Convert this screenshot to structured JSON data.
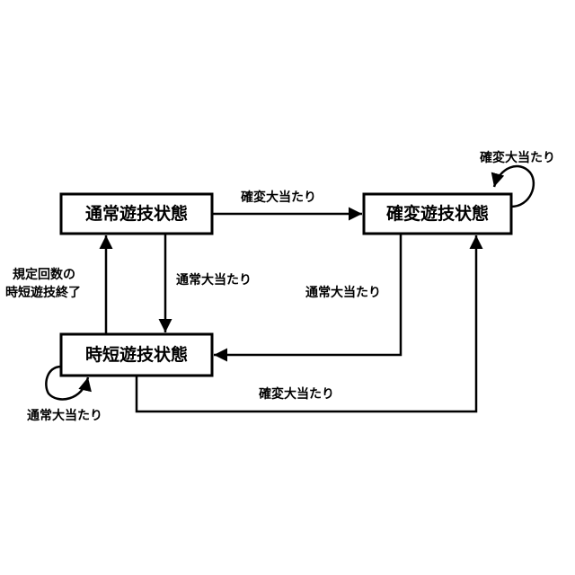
{
  "states": {
    "normal": "通常遊技状態",
    "probability_change": "確変遊技状態",
    "time_short": "時短遊技状態"
  },
  "edges": {
    "normal_to_prob": "確変大当たり",
    "prob_self_loop": "確変大当たり",
    "normal_to_time": "通常大当たり",
    "prob_to_time": "通常大当たり",
    "time_to_normal_line1": "規定回数の",
    "time_to_normal_line2": "時短遊技終了",
    "time_self_loop": "通常大当たり",
    "time_to_prob": "確変大当たり"
  }
}
